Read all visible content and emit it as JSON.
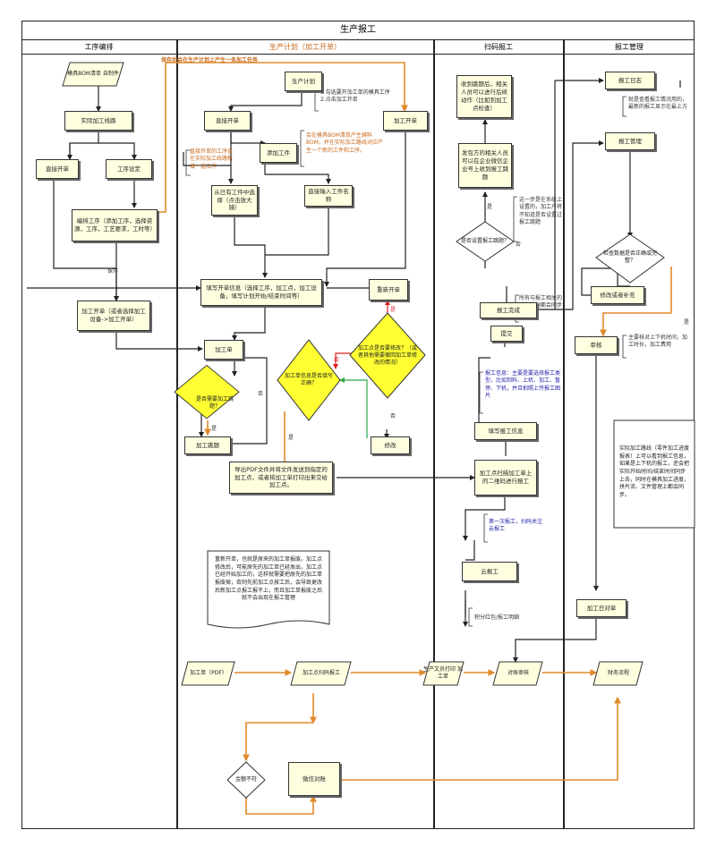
{
  "title": "生产报工",
  "lanes": [
    "工序编排",
    "生产计划（加工开单）",
    "扫码报工",
    "报工管理"
  ],
  "nodes": {
    "mold_bom": "模具BOM清单\n自制件",
    "actual_route": "实际加工线路",
    "direct_open_left": "直接开单",
    "process_set": "工序设定",
    "arrange": "编排工序（添加工序，选择资源，工序，工艺要求，工时等）",
    "save": "保存",
    "open_select": "加工开单（或者选择加工设备->加工开单）",
    "plan": "生产计划",
    "plan_note": "1.勾选要开加工单的模具工序\n2.点击加工开单",
    "open_right": "加工开单",
    "direct_open_mid": "直接开单",
    "add_proc": "添加工件",
    "from_exist": "从已有工件中选择（点击放大镜）",
    "direct_input": "直接输入工件名称",
    "fill_info": "填写开单信息（选择工序，加工点，加工设备，填写计划开始/结束时间等）",
    "reopen": "重新开单",
    "process_sheet": "加工单",
    "need_jump": "是否需要加工跳题？",
    "jump": "加工跳题",
    "info_ok": "加工单信息是否填写正确？",
    "can_modify": "加工点是否要修改？（或者其他需要撤回加工单修改的情况）",
    "modify": "修改",
    "export": "导出PDF文件并将文件发送到指定的加工点，或者将加工单打印出来交给加工点。",
    "doc": "重新开单，也就是原来的加工单报废。加工点修改后，可能原先的加工单已经发出，加工点已经开始加工的，这样就需要把原先的加工单报废掉，否则先前加工点按工后，会导致更改后新加工点报工报不上，而且加工单报废之后就不会出现在报工管理",
    "find_jump": "收到跳题后，相关人员可以进行后续动作（比如到加工点检查）",
    "notify": "发包方的相关人员可以在企业微信企业号上收到报工跳题",
    "set_jump": "是否设置报工跳题？",
    "jump_note": "这一步是在系统上设置的，加工户将不知道是否设置过报工跳题",
    "done_note": "所有与报工相关的所有数据都会同步更新",
    "report_done": "报工完成",
    "submit": "提交",
    "info_note": "报工信息：主要是要选择报工类型，比如到料、上机、加工、暂停、下机，并且拍照上传报工图片",
    "fill_report": "填写报工信息",
    "scan": "加工点扫描加工单上的二维码进行报工",
    "first_note": "第一次报工，扫码关注云报工",
    "cloud": "云报工",
    "points": "积分红包/报工明细",
    "report_log": "报工日志",
    "log_note": "就是查看报工情况用的，最新的报工显示在最上方",
    "report_mgmt": "报工管理",
    "check_data": "检查数据是否正确或完整？",
    "fix": "修改或者补充",
    "audit": "审核",
    "audit_note": "主要核对上下机时间，加工时长，加工费用",
    "audit_doc": "实际加工路线（零件加工进度报表）上可以看到报工信息，如果是上下机的报工，还会把实际开始时间/结束时间同步上去，同时在模具加工进度，拼片流、文件管理上都会同步。",
    "daily": "加工日对单",
    "pdf": "加工单（PDF）",
    "scan_report": "加工点扫码报工",
    "print": "生产文员打印 加工单",
    "account": "对账审核",
    "finance": "财务流程",
    "amount": "金额不符",
    "wechat": "微信对账"
  },
  "notes": {
    "save_plan": "保存后会在生产计划上产生一条加工任务",
    "direct_note": "直接开单的工序会在实际加工线路新增一道工序",
    "bom_note": "会在模具BOM清单产生辅料BOM，并在实际加工路线对应产生一个新的工件和工序。"
  },
  "labels": {
    "yes": "是",
    "no": "否"
  }
}
